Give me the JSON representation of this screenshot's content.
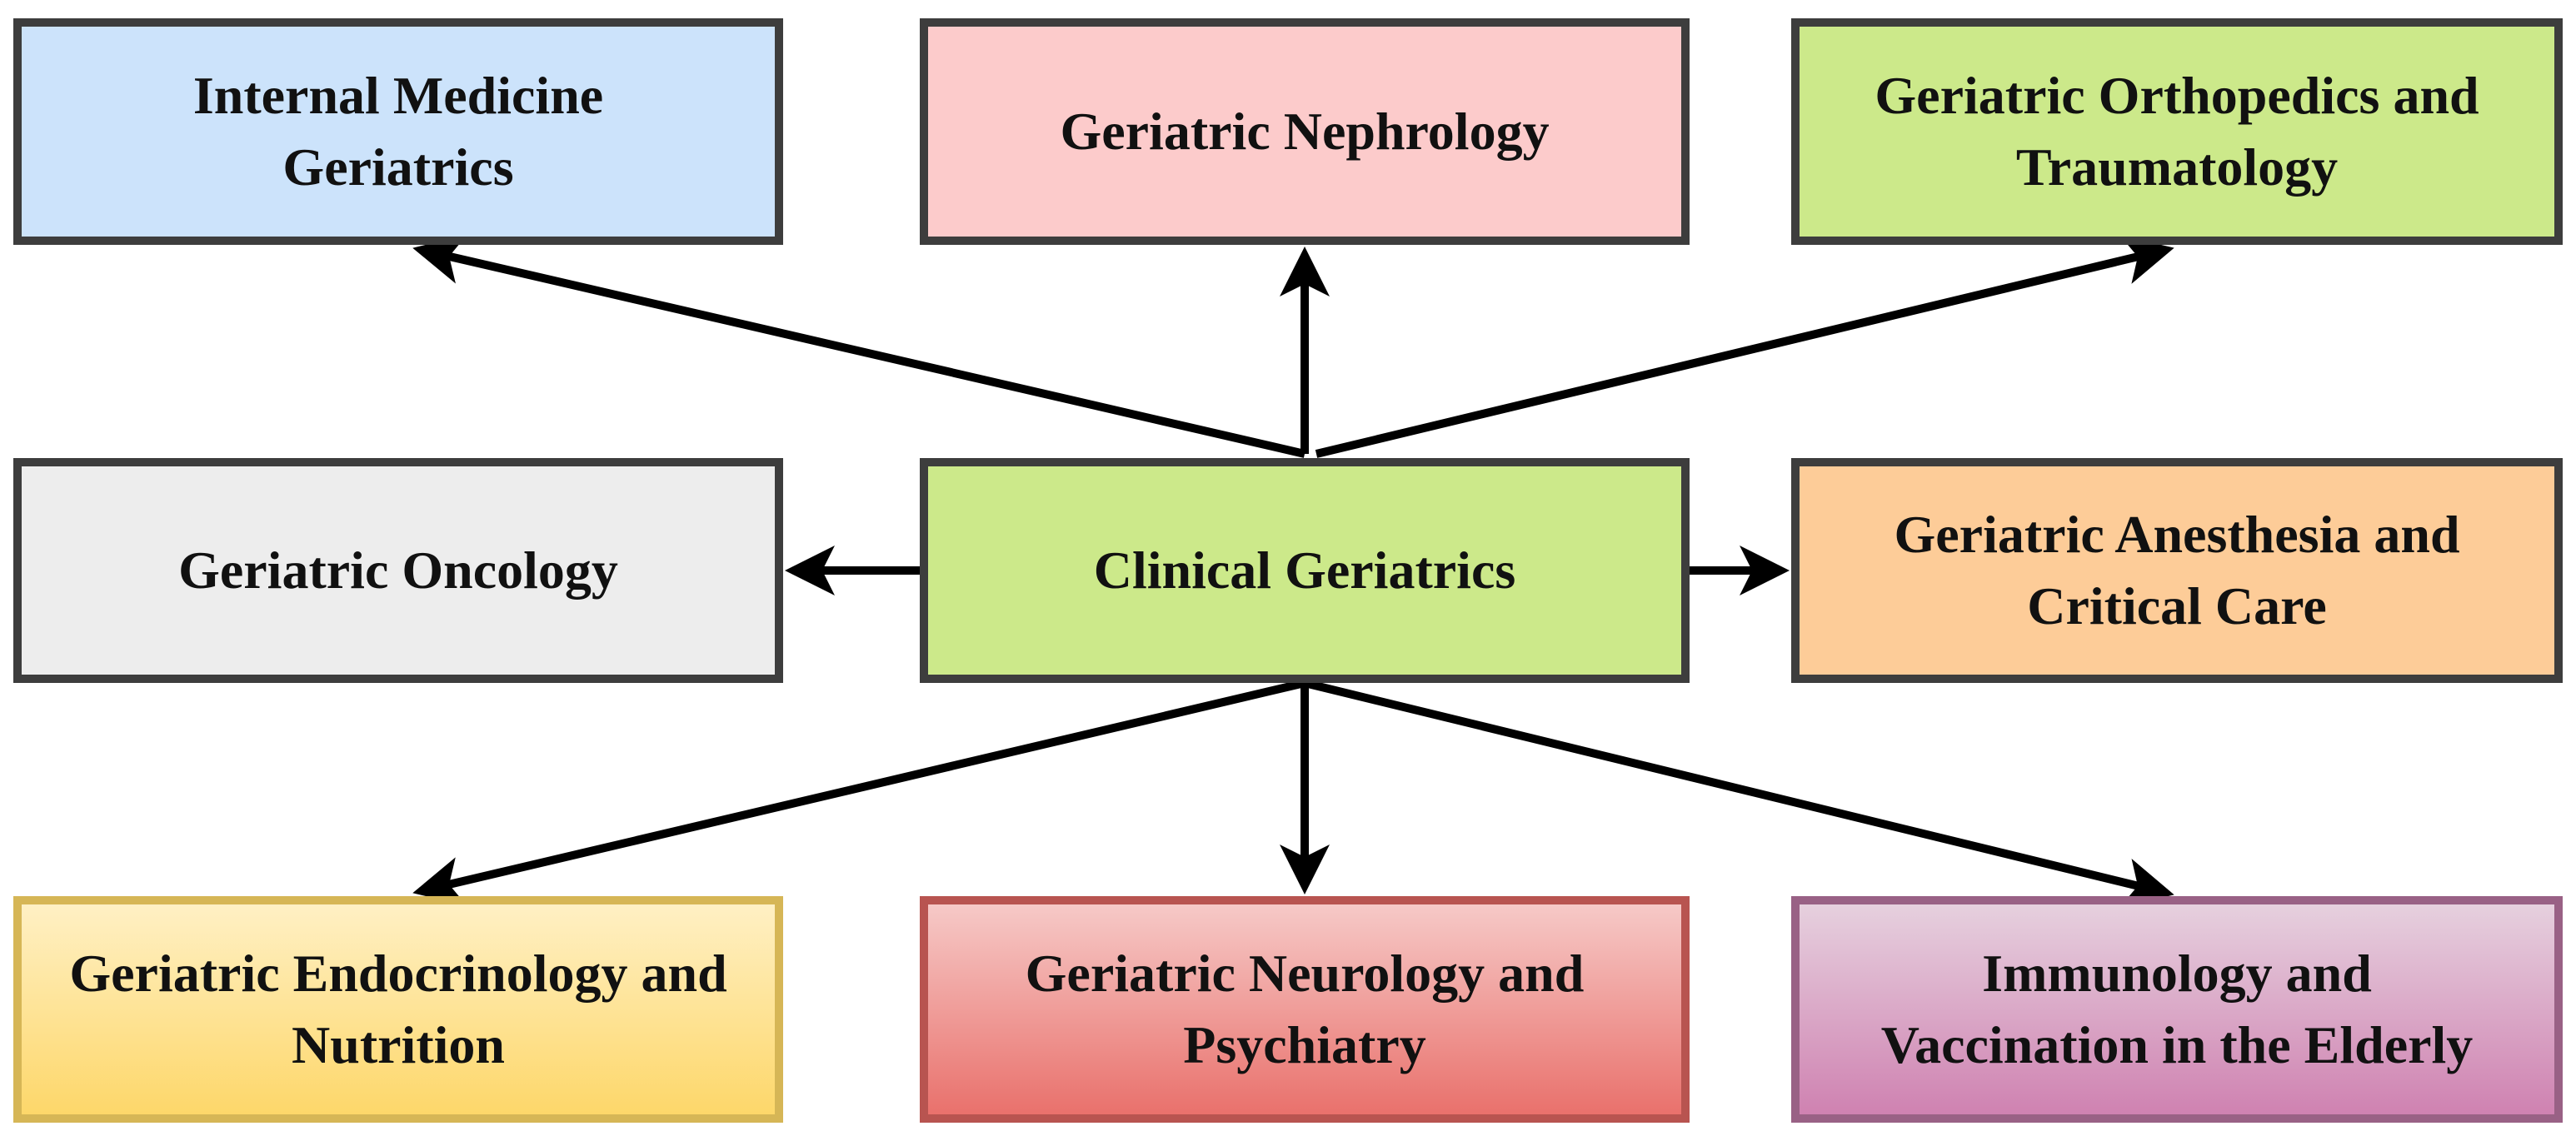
{
  "center": {
    "label": "Clinical Geriatrics",
    "fill": "#cce98a",
    "border": "#3d3d3d"
  },
  "nodes": [
    {
      "id": "internal",
      "line1": "Internal Medicine",
      "line2": "Geriatrics",
      "fill": "#cce3fb",
      "fill2": "#cce3fb",
      "border": "#3d3d3d"
    },
    {
      "id": "nephro",
      "line1": "Geriatric Nephrology",
      "line2": "",
      "fill": "#fccbcb",
      "fill2": "#fccbcb",
      "border": "#3d3d3d"
    },
    {
      "id": "ortho",
      "line1": "Geriatric Orthopedics and",
      "line2": "Traumatology",
      "fill": "#cce98a",
      "fill2": "#cce98a",
      "border": "#3d3d3d"
    },
    {
      "id": "oncology",
      "line1": "Geriatric Oncology",
      "line2": "",
      "fill": "#ededed",
      "fill2": "#ededed",
      "border": "#3d3d3d"
    },
    {
      "id": "anesthesia",
      "line1": "Geriatric Anesthesia and",
      "line2": "Critical Care",
      "fill": "#fdcc98",
      "fill2": "#fdcc98",
      "border": "#3d3d3d"
    },
    {
      "id": "endo",
      "line1": "Geriatric Endocrinology and",
      "line2": "Nutrition",
      "fill": "#fff0c4",
      "fill2": "#fdd76a",
      "border": "#d6b656"
    },
    {
      "id": "neuro",
      "line1": "Geriatric Neurology and",
      "line2": "Psychiatry",
      "fill": "#f6c9c7",
      "fill2": "#e9716c",
      "border": "#b85450"
    },
    {
      "id": "immuno",
      "line1": "Immunology and",
      "line2": "Vaccination in the Elderly",
      "fill": "#e6d0de",
      "fill2": "#cf82b1",
      "border": "#996185"
    }
  ],
  "edges": [
    {
      "from": "center",
      "to": "internal"
    },
    {
      "from": "center",
      "to": "nephro"
    },
    {
      "from": "center",
      "to": "ortho"
    },
    {
      "from": "center",
      "to": "oncology"
    },
    {
      "from": "center",
      "to": "anesthesia"
    },
    {
      "from": "center",
      "to": "endo"
    },
    {
      "from": "center",
      "to": "neuro"
    },
    {
      "from": "center",
      "to": "immuno"
    }
  ],
  "arrow_color": "#000000"
}
